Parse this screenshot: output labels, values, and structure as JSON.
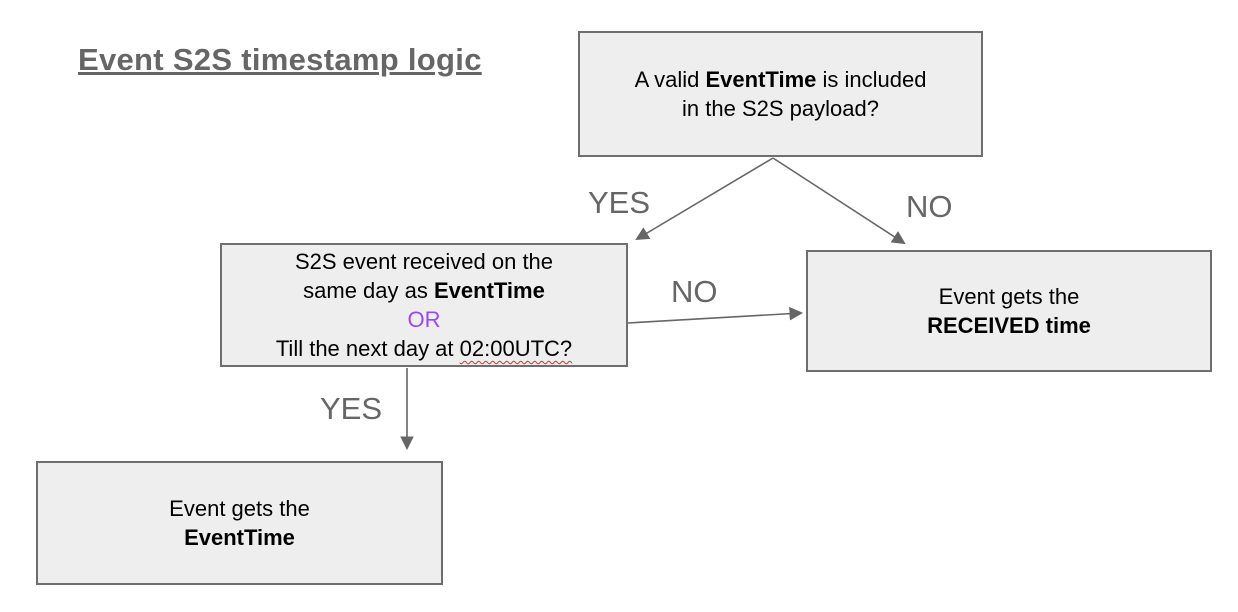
{
  "diagram": {
    "title": "Event S2S timestamp logic",
    "type": "flowchart"
  },
  "colors": {
    "node_fill": "#eeeeee",
    "node_border": "#6e6e6e",
    "text": "#000000",
    "muted_gray": "#666666",
    "or_purple": "#9747ff",
    "spellcheck_red": "#d93025",
    "background": "#ffffff"
  },
  "nodes": {
    "question_valid": {
      "line1_pre": "A valid ",
      "line1_bold": "EventTime",
      "line1_post": " is included",
      "line2": "in the S2S payload?"
    },
    "question_sameday": {
      "line1": "S2S event received on the",
      "line2_pre": "same day as ",
      "line2_bold": "EventTime",
      "line3_or": "OR",
      "line4_pre": "Till the next day at ",
      "line4_misspelled": "02:00UTC?"
    },
    "result_received": {
      "line1": "Event gets the",
      "line2_bold": "RECEIVED time"
    },
    "result_eventtime": {
      "line1": "Event gets the",
      "line2_bold": "EventTime"
    }
  },
  "edge_labels": {
    "yes_top": "YES",
    "no_top": "NO",
    "no_mid": "NO",
    "yes_bottom": "YES"
  }
}
